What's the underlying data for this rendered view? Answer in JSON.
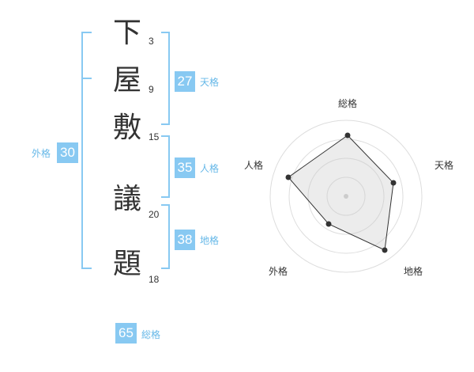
{
  "name_chars": [
    {
      "char": "下",
      "strokes": "3"
    },
    {
      "char": "屋",
      "strokes": "9"
    },
    {
      "char": "敷",
      "strokes": "15"
    },
    {
      "char": "議",
      "strokes": "20"
    },
    {
      "char": "題",
      "strokes": "18"
    }
  ],
  "kaku": {
    "tenkaku": {
      "value": "27",
      "label": "天格"
    },
    "jinkaku": {
      "value": "35",
      "label": "人格"
    },
    "chikaku": {
      "value": "38",
      "label": "地格"
    },
    "gaikaku": {
      "value": "30",
      "label": "外格"
    },
    "soukaku": {
      "value": "65",
      "label": "総格"
    }
  },
  "radar": {
    "labels": {
      "top": "総格",
      "right": "天格",
      "bottom_right": "地格",
      "bottom_left": "外格",
      "left": "人格"
    }
  },
  "colors": {
    "accent": "#88c9f2",
    "bracket": "#88c9f2",
    "text": "#333333",
    "label_blue": "#66b8e8"
  }
}
